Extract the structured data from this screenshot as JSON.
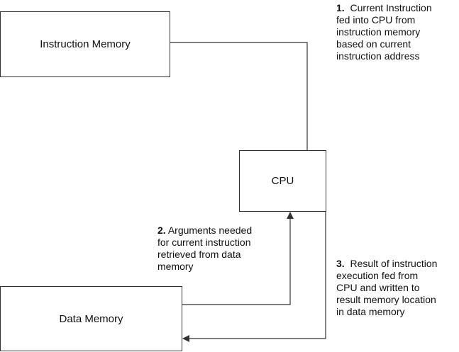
{
  "boxes": {
    "instruction_memory": "Instruction Memory",
    "cpu": "CPU",
    "data_memory": "Data Memory"
  },
  "notes": {
    "step1": {
      "number": "1.",
      "lines": [
        "Current Instruction",
        "fed into CPU from",
        "instruction memory",
        "based on current",
        "instruction address"
      ]
    },
    "step2": {
      "number": "2.",
      "lines": [
        "Arguments needed",
        "for current instruction",
        "retrieved from data",
        "memory"
      ]
    },
    "step3": {
      "number": "3.",
      "lines": [
        "Result of instruction",
        "execution fed from",
        "CPU and written to",
        "result memory location",
        "in data memory"
      ]
    }
  },
  "colors": {
    "line": "#333333"
  }
}
